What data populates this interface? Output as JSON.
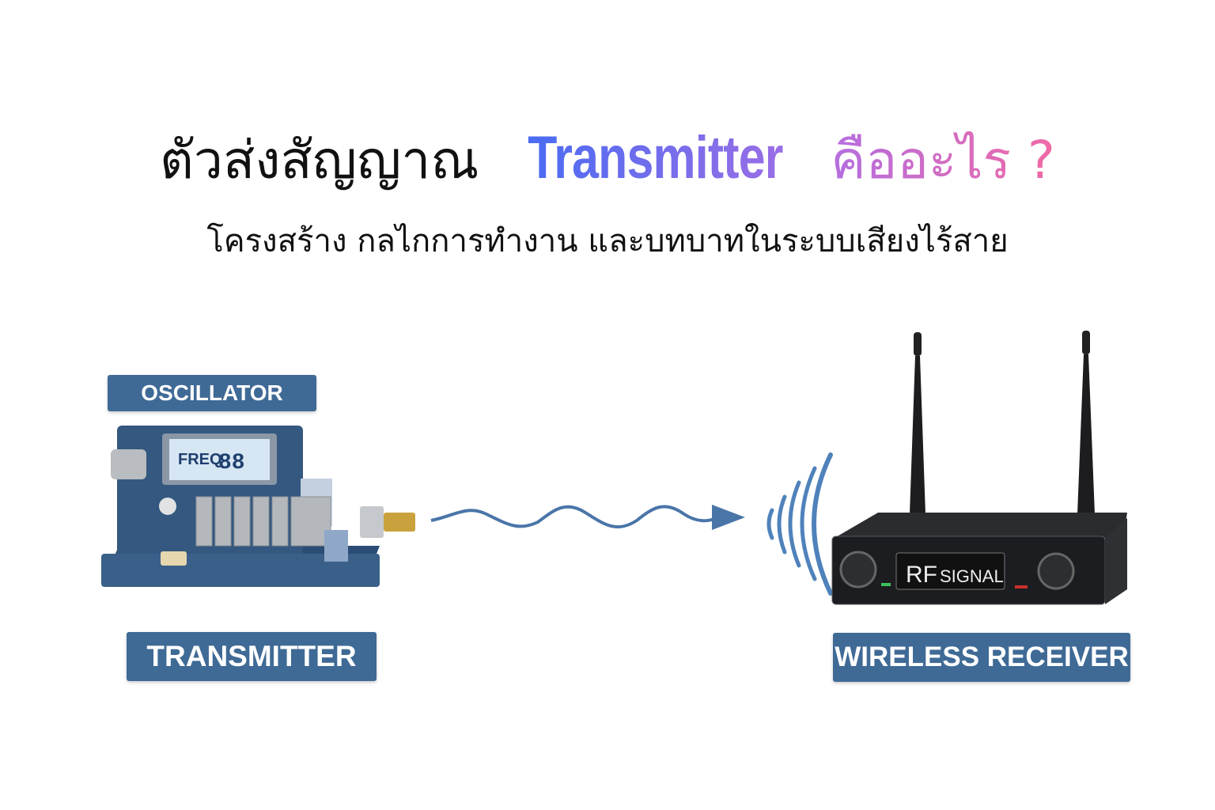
{
  "header": {
    "title_thai": "ตัวส่งสัญญาณ",
    "title_en": "Transmitter",
    "title_question": "คืออะไร ?",
    "subtitle": "โครงสร้าง กลไกการทำงาน และบทบาทในระบบเสียงไร้สาย"
  },
  "diagram": {
    "oscillator_label": "OSCILLATOR",
    "transmitter_label": "TRANSMITTER",
    "receiver_label": "WIRELESS RECEIVER",
    "display_freq": "FREQ",
    "receiver_display_rf": "RF",
    "receiver_display_signal": "SIGNAL"
  },
  "colors": {
    "label_bg": "#3f6a96",
    "wave": "#4a75a8",
    "title_gradient_start": "#4a6cf2",
    "title_gradient_end": "#f06aa6"
  }
}
